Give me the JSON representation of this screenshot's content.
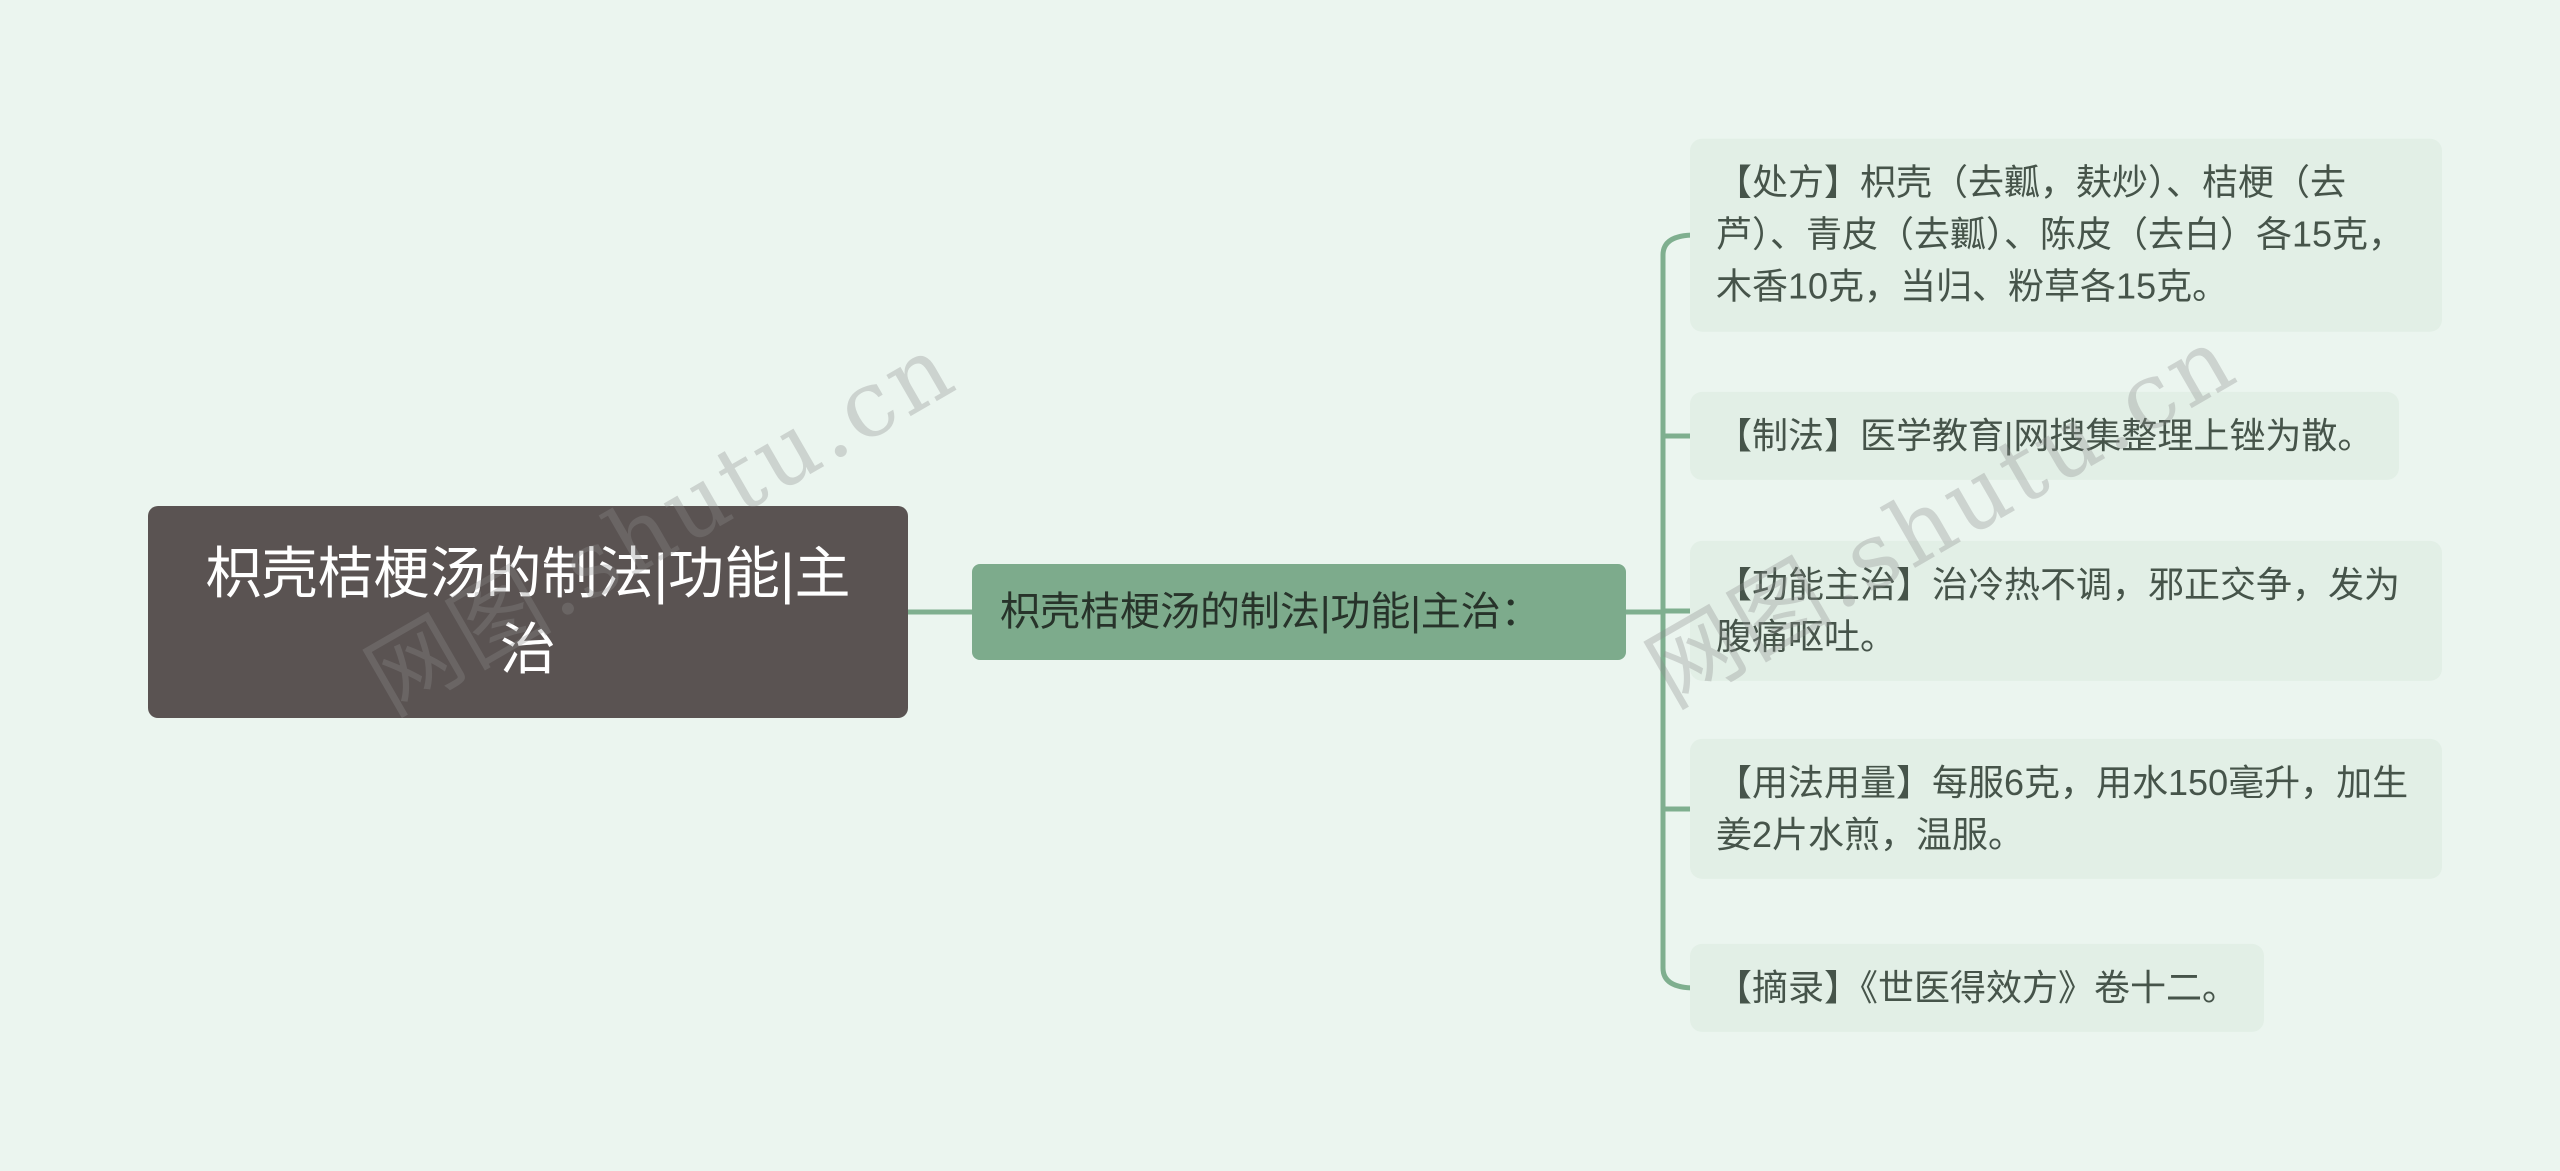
{
  "diagram": {
    "title_node": {
      "label": "枳壳桔梗汤的制法|功能|主治"
    },
    "root_node": {
      "label": "枳壳桔梗汤的制法|功能|主治："
    },
    "branches": [
      {
        "label": "【处方】枳壳（去瓤，麸炒）、桔梗（去芦）、青皮（去瓤）、陈皮（去白）各15克，木香10克，当归、粉草各15克。"
      },
      {
        "label": "【制法】医学教育|网搜集整理上锉为散。"
      },
      {
        "label": "【功能主治】治冷热不调，邪正交争，发为腹痛呕吐。"
      },
      {
        "label": "【用法用量】每服6克，用水150毫升，加生姜2片水煎，温服。"
      },
      {
        "label": "【摘录】《世医得效方》卷十二。"
      }
    ],
    "watermark": {
      "text": "网图.shutu.cn"
    },
    "colors": {
      "background": "#ebf5ef",
      "title_node_bg": "#5a5352",
      "title_node_text": "#ffffff",
      "root_node_bg": "#7dab8c",
      "root_node_text": "#27332a",
      "branch_bg": "#e2efe6",
      "branch_text": "#46544a",
      "connector": "#7faf8f"
    }
  }
}
